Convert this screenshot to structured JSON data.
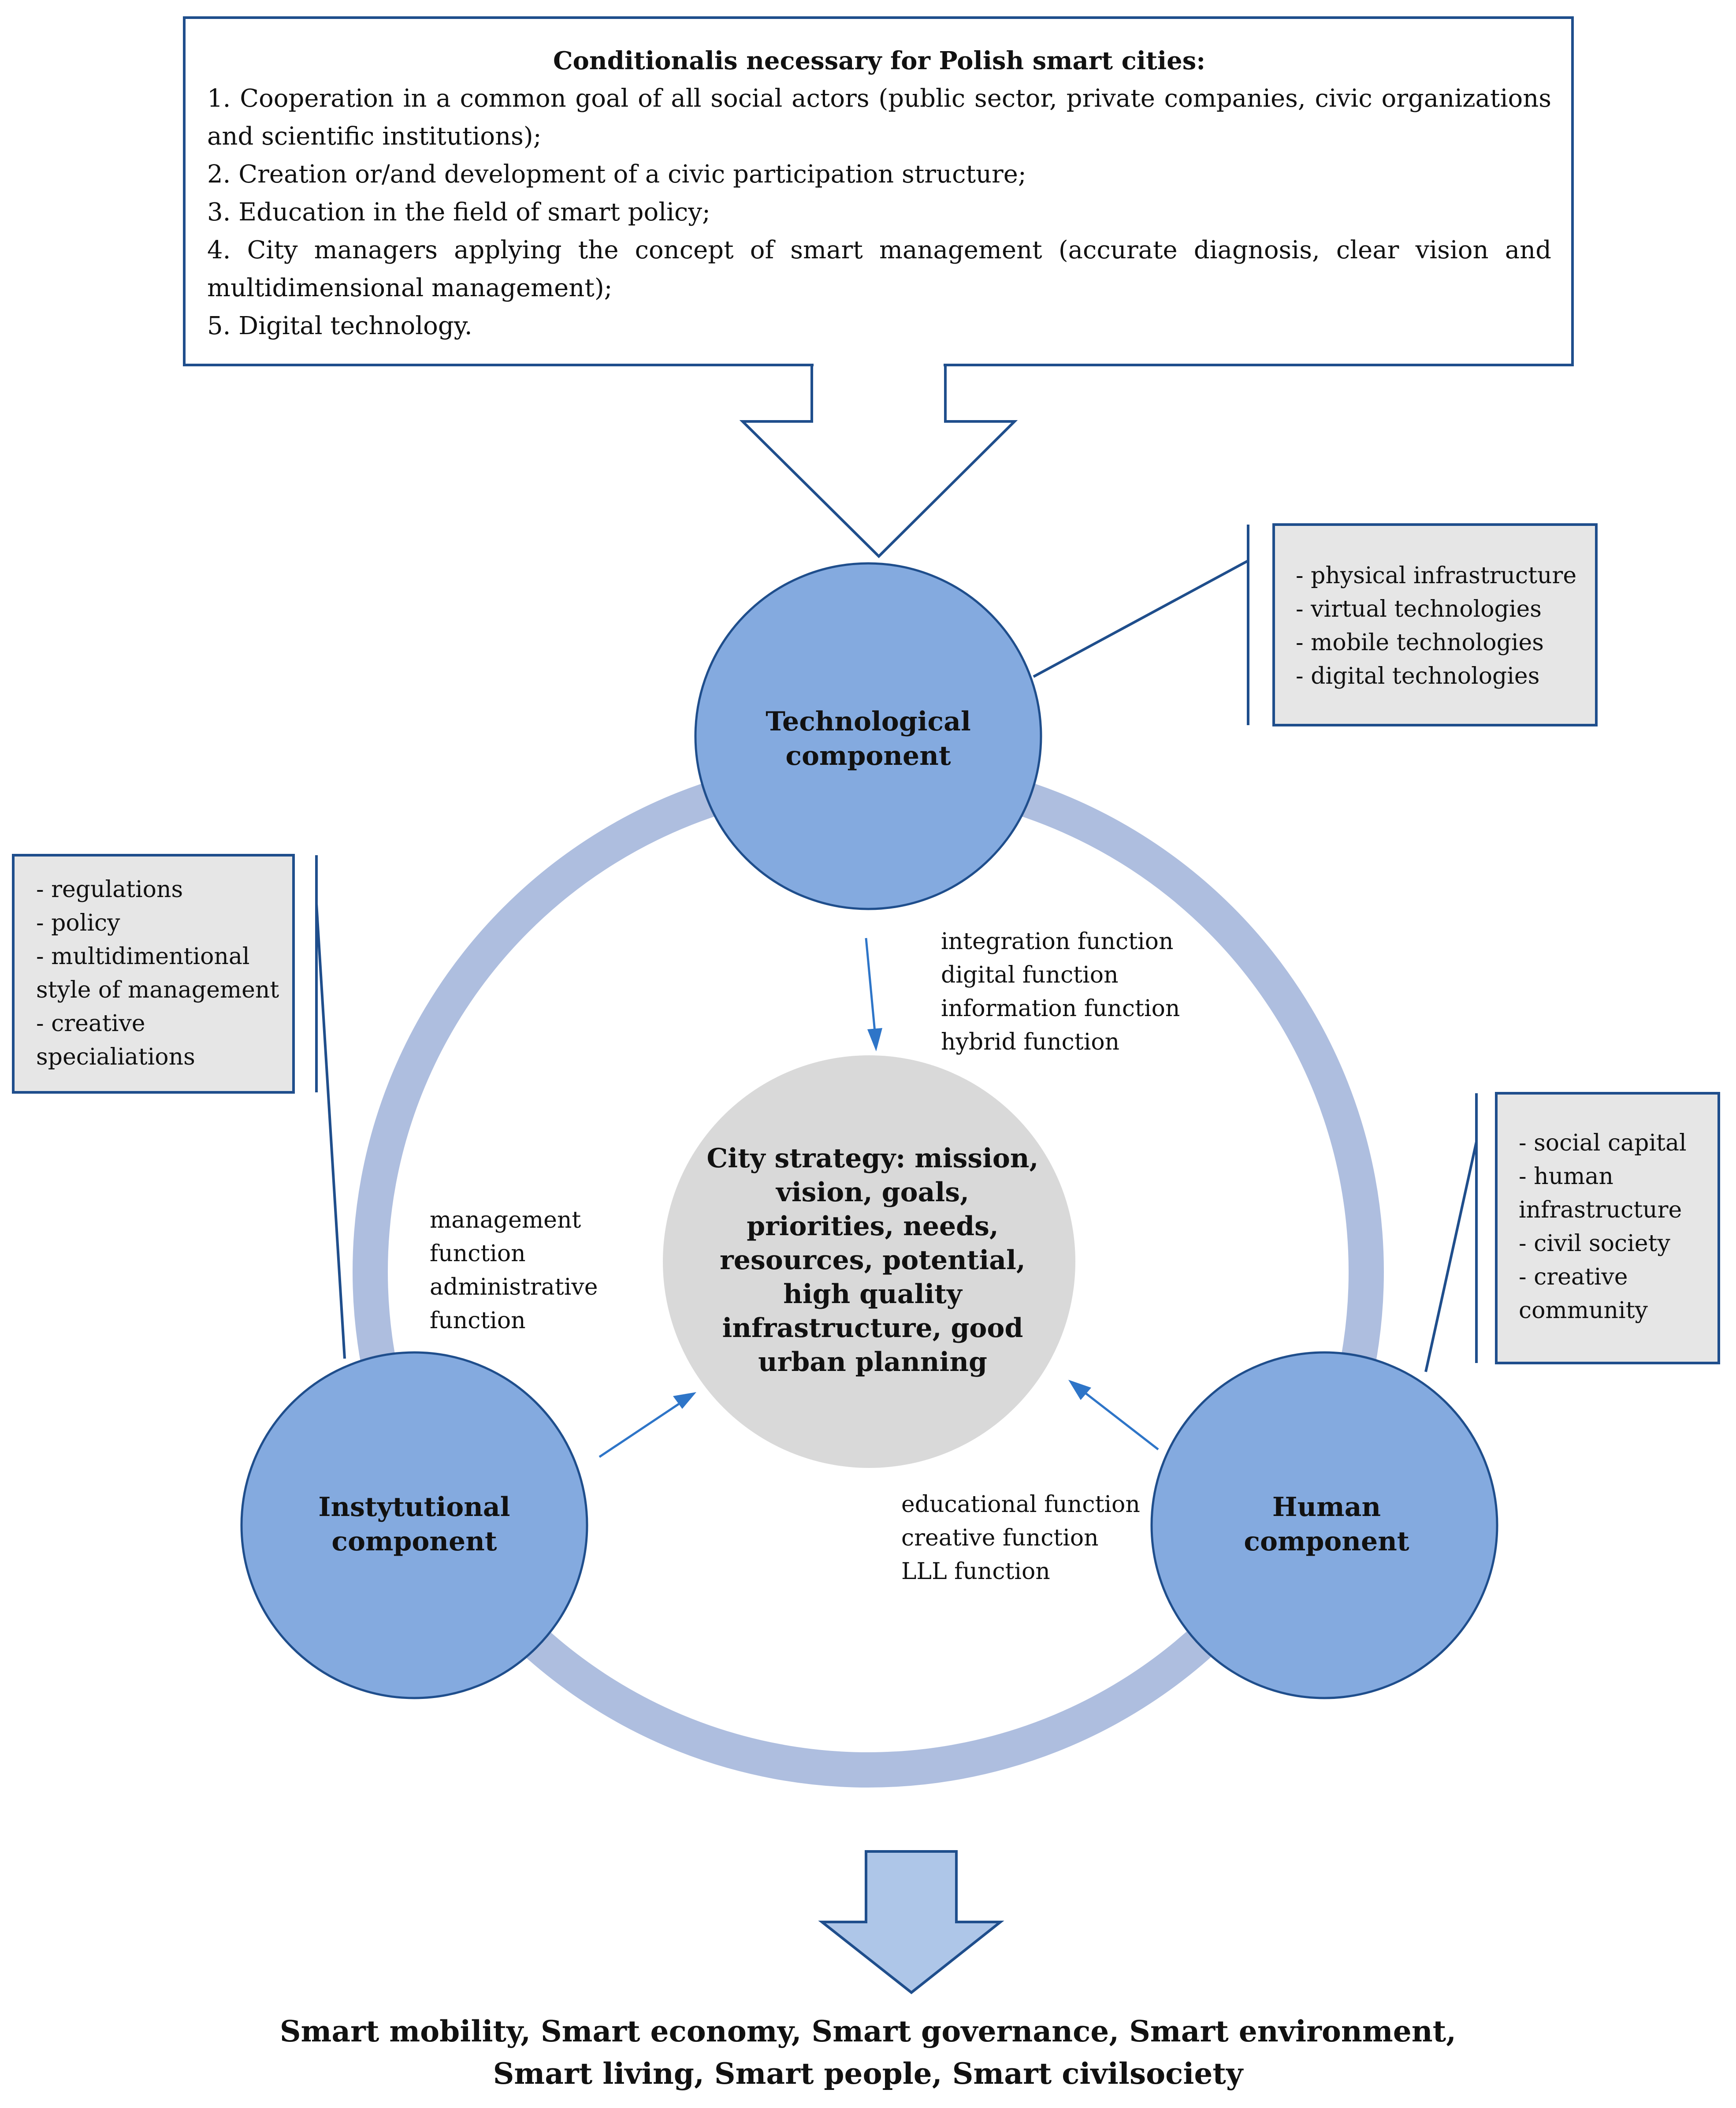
{
  "conditions": {
    "title": "Conditionalis necessary for Polish smart cities:",
    "items": [
      "1. Cooperation in a common goal of all social actors (public sector, private companies, civic organizations and scientific institutions);",
      "2. Creation or/and development of a civic participation structure;",
      "3. Education in the field of smart policy;",
      "4. City managers applying the concept of smart management (accurate diagnosis, clear vision and multidimensional management);",
      "5. Digital technology."
    ]
  },
  "components": {
    "technological": {
      "label_line1": "Technological",
      "label_line2": "component",
      "features": [
        "- physical infrastructure",
        "- virtual technologies",
        "- mobile technologies",
        "- digital technologies"
      ],
      "functions": [
        "integration function",
        "digital function",
        "information function",
        "hybrid function"
      ]
    },
    "institutional": {
      "label_line1": "Instytutional",
      "label_line2": "component",
      "features": [
        "- regulations",
        "- policy",
        "- multidimentional",
        "style of management",
        "- creative",
        "specialiations"
      ],
      "functions": [
        "management",
        "function",
        "administrative",
        "function"
      ]
    },
    "human": {
      "label_line1": "Human",
      "label_line2": "component",
      "features": [
        "- social capital",
        "- human",
        "infrastructure",
        "- civil society",
        "- creative",
        "community"
      ],
      "functions": [
        "educational function",
        "creative function",
        "LLL function"
      ]
    }
  },
  "center": {
    "lines": [
      "City strategy: mission,",
      "vision, goals,",
      "priorities, needs,",
      "resources, potential,",
      "high quality",
      "infrastructure, good",
      "urban planning"
    ]
  },
  "result": {
    "line1": "Smart mobility, Smart economy, Smart governance, Smart environment,",
    "line2": "Smart living, Smart people, Smart civilsociety"
  },
  "colors": {
    "outline": "#1f4e8c",
    "component_fill": "#84aadf",
    "ring": "#aebedf",
    "center_fill": "#d9d9d9",
    "side_box_fill": "#e6e6e6",
    "arrow_small": "#2e75c8",
    "bottom_arrow_fill": "#aec6e8"
  }
}
